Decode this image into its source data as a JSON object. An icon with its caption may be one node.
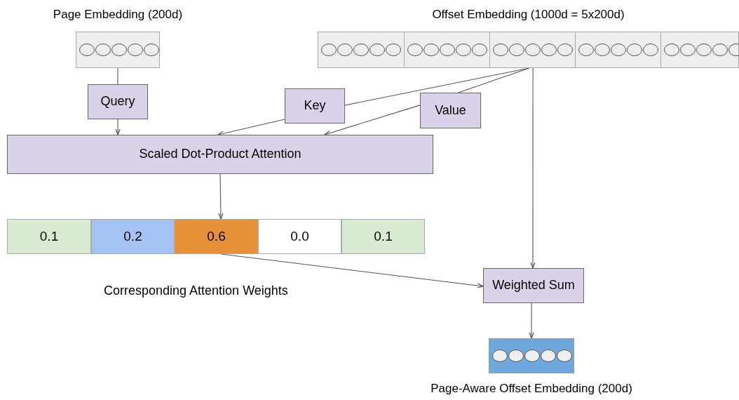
{
  "diagram": {
    "nodes": [
      {
        "text": [
          "Page Embedding (200d)"
        ]
      },
      {
        "text": [
          "Offset Embedding (1000d = 5x200d)"
        ]
      },
      {
        "text": [
          "Query"
        ]
      },
      {
        "text": [
          "Key"
        ]
      },
      {
        "text": [
          "Value"
        ]
      },
      {
        "text": [
          "Scaled Dot-Product Attention"
        ]
      },
      {
        "text": [
          "0.1"
        ]
      },
      {
        "text": [
          "0.2"
        ]
      },
      {
        "text": [
          "0.6"
        ]
      },
      {
        "text": [
          "0.0"
        ]
      },
      {
        "text": [
          "0.1"
        ]
      },
      {
        "text": [
          "Weighted Sum"
        ]
      },
      {
        "text": [
          "Page-Aware Offset Embedding (200d)"
        ]
      }
    ],
    "edges": [
      {
        "from": 0,
        "to": 2,
        "arrow": "none"
      },
      {
        "from": 2,
        "to": 5,
        "arrow": "to"
      },
      {
        "from": 1,
        "to": 3,
        "arrow": "none"
      },
      {
        "from": 3,
        "to": 5,
        "arrow": "to"
      },
      {
        "from": 1,
        "to": 4,
        "arrow": "none"
      },
      {
        "from": 4,
        "to": 5,
        "arrow": "to"
      },
      {
        "from": 1,
        "to": 11,
        "arrow": "to"
      },
      {
        "from": 5,
        "to": 8,
        "arrow": "to"
      },
      {
        "from": 8,
        "to": 11,
        "arrow": "to"
      },
      {
        "from": 11,
        "to": 12,
        "arrow": "to"
      }
    ],
    "labels": [
      "Corresponding Attention Weights"
    ]
  }
}
